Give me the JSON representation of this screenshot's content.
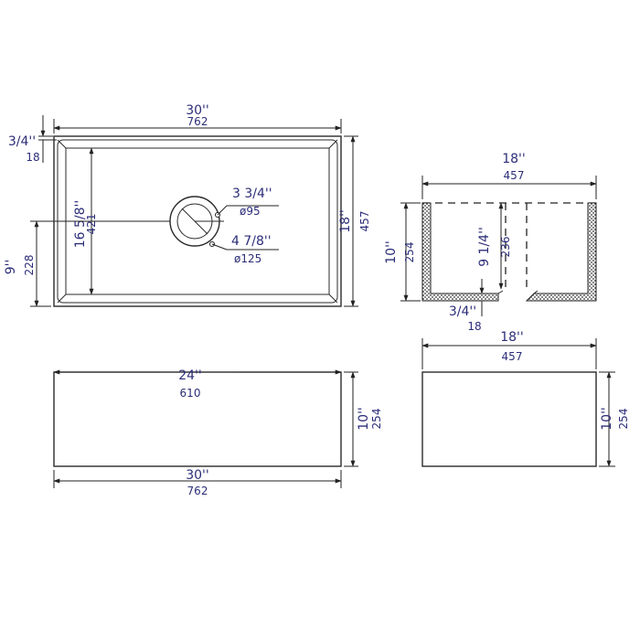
{
  "top_view": {
    "width_imperial": "30''",
    "width_metric": "762",
    "depth_imperial": "18''",
    "depth_metric": "457",
    "rim_imperial": "3/4''",
    "rim_metric": "18",
    "bowl_depth_imperial": "16 5/8''",
    "bowl_depth_metric": "421",
    "drain_offset_imperial": "9''",
    "drain_offset_metric": "228",
    "drain_inner_imperial": "3  3/4''",
    "drain_inner_metric": "ø95",
    "drain_outer_imperial": "4 7/8''",
    "drain_outer_metric": "ø125"
  },
  "side_section": {
    "width_imperial": "18''",
    "width_metric": "457",
    "height_imperial": "10''",
    "height_metric": "254",
    "inner_height_imperial": "9 1/4''",
    "inner_height_metric": "236",
    "bottom_imperial": "3/4''",
    "bottom_metric": "18"
  },
  "front_view": {
    "inner_width_imperial": "24''",
    "inner_width_metric": "610",
    "height_imperial": "10''",
    "height_metric": "254",
    "width_imperial": "30''",
    "width_metric": "762"
  },
  "side_view": {
    "width_imperial": "18''",
    "width_metric": "457",
    "height_imperial": "10''",
    "height_metric": "254"
  }
}
